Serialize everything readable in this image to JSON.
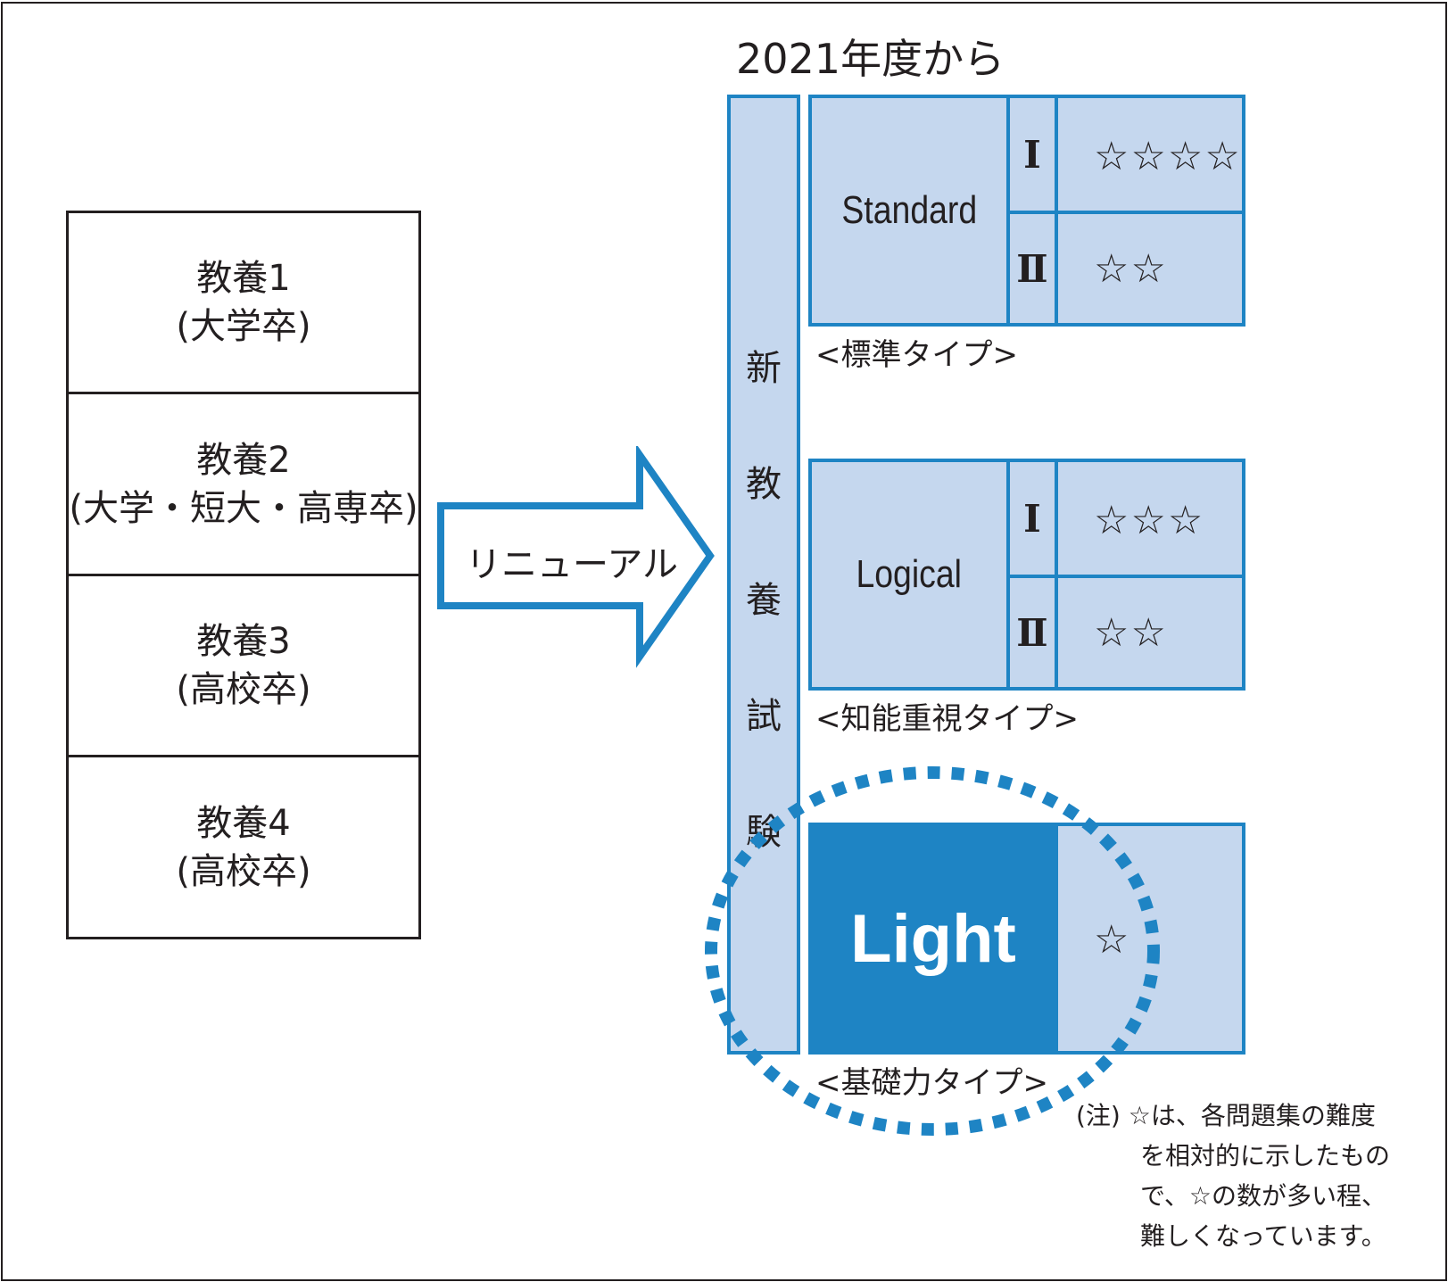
{
  "header": {
    "title": "2021年度から"
  },
  "old_exams": [
    {
      "name": "教養1",
      "target": "(大学卒)"
    },
    {
      "name": "教養2",
      "target": "(大学・短大・高専卒)"
    },
    {
      "name": "教養3",
      "target": "(高校卒)"
    },
    {
      "name": "教養4",
      "target": "(高校卒)"
    }
  ],
  "arrow": {
    "label": "リニューアル"
  },
  "new_exam": {
    "label": "新教養試験",
    "chars": [
      "新",
      "教",
      "養",
      "試",
      "験"
    ]
  },
  "types": [
    {
      "name": "Standard",
      "caption": "<標準タイプ>",
      "levels": [
        {
          "roman": "Ⅰ",
          "stars": "☆☆☆☆"
        },
        {
          "roman": "Ⅱ",
          "stars": "☆☆"
        }
      ]
    },
    {
      "name": "Logical",
      "caption": "<知能重視タイプ>",
      "levels": [
        {
          "roman": "Ⅰ",
          "stars": "☆☆☆"
        },
        {
          "roman": "Ⅱ",
          "stars": "☆☆"
        }
      ]
    },
    {
      "name": "Light",
      "caption": "<基礎力タイプ>",
      "stars": "☆",
      "highlighted": true
    }
  ],
  "note": {
    "lines": [
      "(注) ☆は、各問題集の難度",
      "を相対的に示したもの",
      "で、☆の数が多い程、",
      "難しくなっています。"
    ]
  },
  "colors": {
    "primary_blue": "#1e84c4",
    "light_blue": "#c5d7ee",
    "text": "#231f20"
  }
}
